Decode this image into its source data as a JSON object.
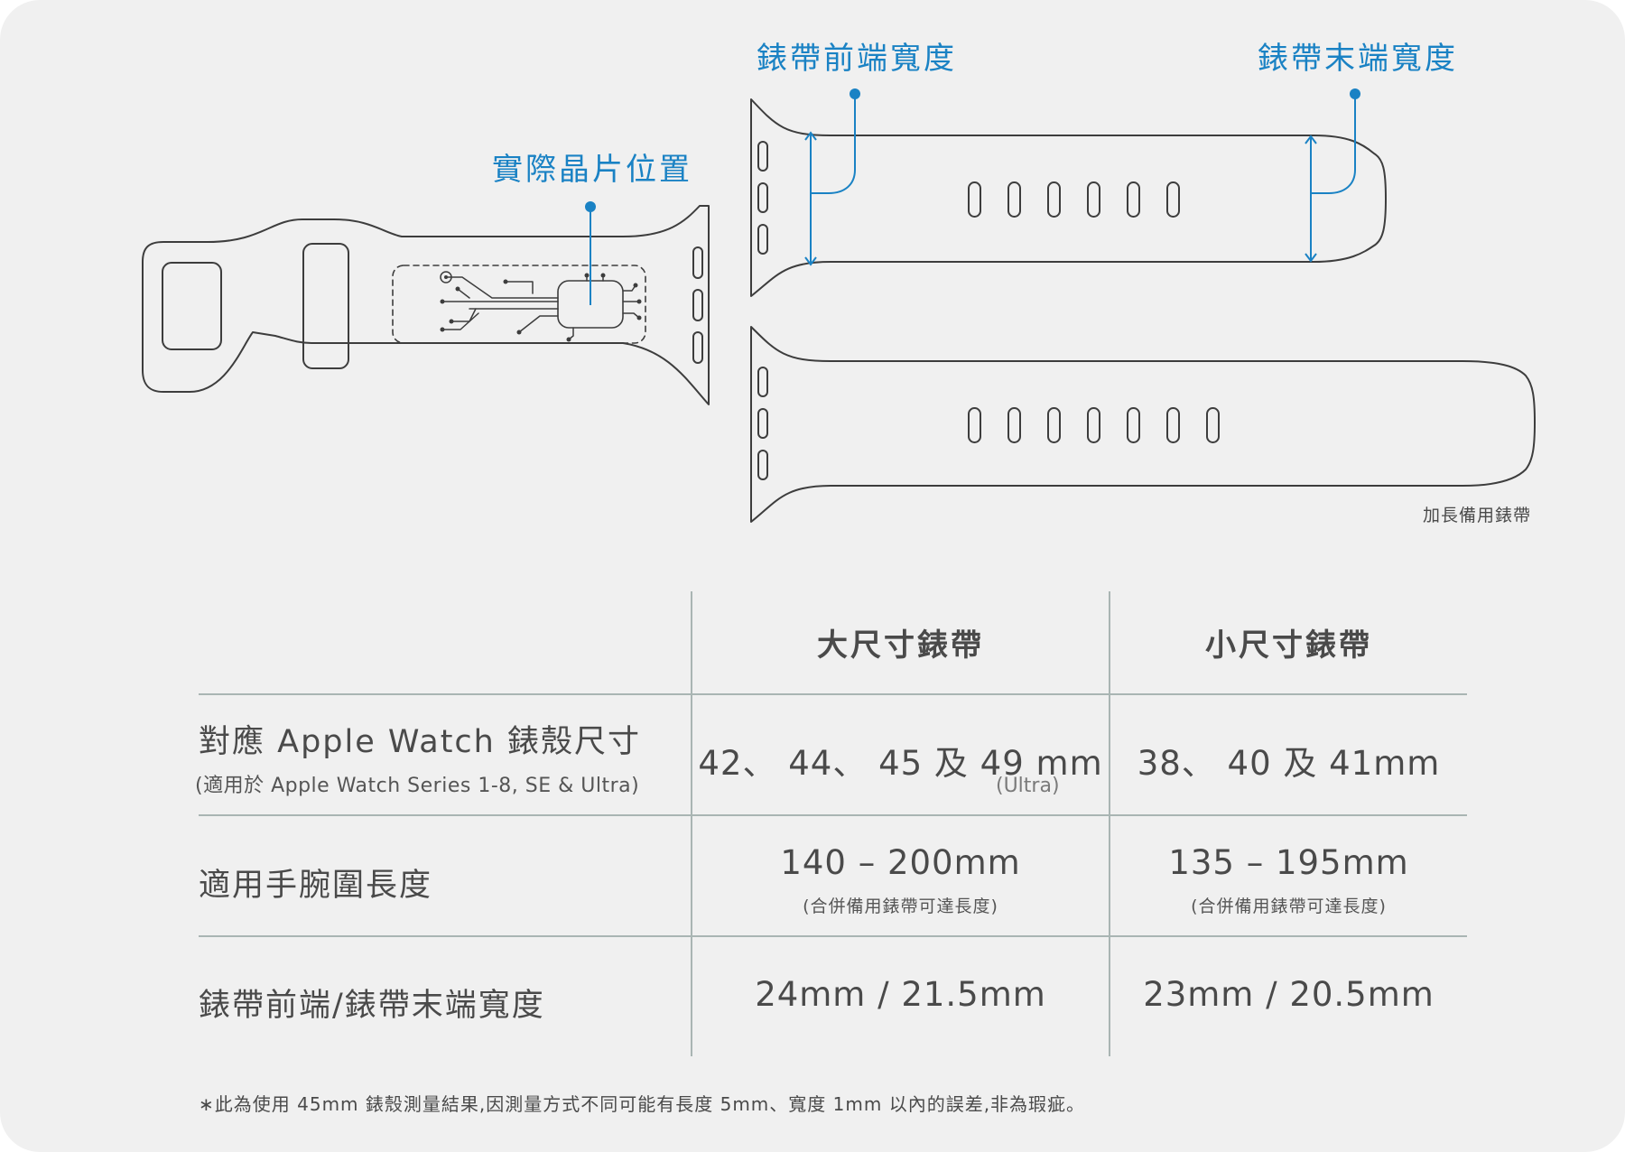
{
  "colors": {
    "background": "#f0f0f0",
    "outline": "#3d3d3d",
    "accent": "#1a82c4",
    "table_line": "#a9b5b3",
    "text": "#4a4a4a"
  },
  "diagram": {
    "callouts": {
      "chip_position": "實際晶片位置",
      "front_width": "錶帶前端寬度",
      "tail_width": "錶帶末端寬度"
    },
    "extended_band_label": "加長備用錶帶"
  },
  "table": {
    "columns": [
      "大尺寸錶帶",
      "小尺寸錶帶"
    ],
    "rows": [
      {
        "label": "對應 Apple Watch 錶殼尺寸",
        "sublabel": "(適用於 Apple Watch Series 1-8, SE & Ultra)",
        "large": "42、 44、 45 及 49 mm",
        "large_extra": "(Ultra)",
        "small": "38、 40 及 41mm"
      },
      {
        "label": "適用手腕圍長度",
        "large": "140 – 200mm",
        "large_note": "(合併備用錶帶可達長度)",
        "small": "135 – 195mm",
        "small_note": "(合併備用錶帶可達長度)"
      },
      {
        "label": "錶帶前端/錶帶末端寬度",
        "large": "24mm / 21.5mm",
        "small": "23mm / 20.5mm"
      }
    ]
  },
  "footnote": "∗此為使用 45mm 錶殼測量結果,因測量方式不同可能有長度 5mm、寬度 1mm 以內的誤差,非為瑕疵。"
}
